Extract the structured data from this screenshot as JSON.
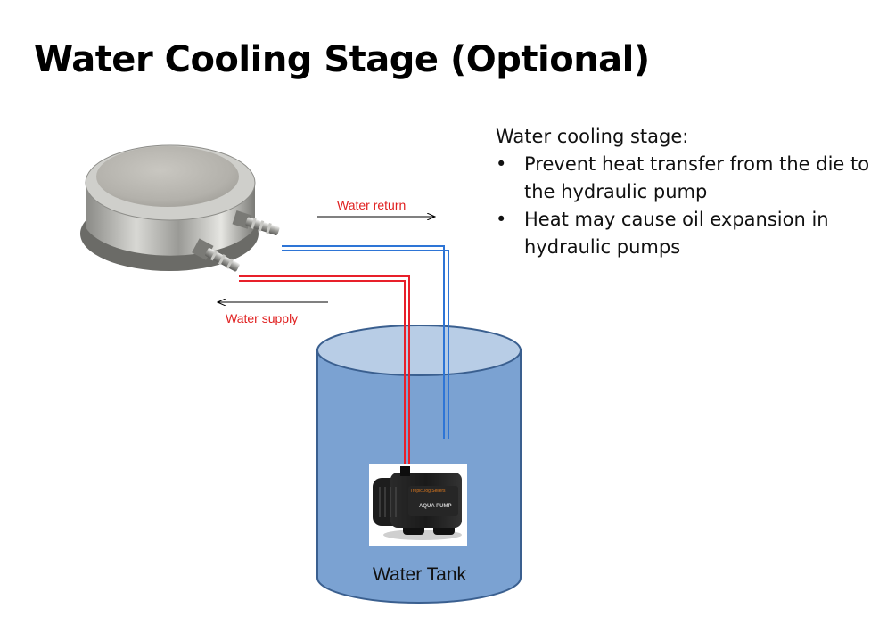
{
  "title": "Water Cooling Stage (Optional)",
  "notes": {
    "heading": "Water cooling stage:",
    "bullet_symbol": "•",
    "bullets": [
      "Prevent heat transfer from the die to the hydraulic pump",
      "Heat may cause oil expansion in hydraulic pumps"
    ]
  },
  "diagram": {
    "labels": {
      "water_return": "Water return",
      "water_supply": "Water supply",
      "tank": "Water Tank"
    },
    "pump_labels": {
      "brand": "TropicDog Sellers",
      "model": "AQUA PUMP"
    },
    "colors": {
      "return_line": "#2e75d6",
      "supply_line": "#e8202a",
      "label_text": "#e02020",
      "tank_fill": "#7ba2d2",
      "tank_top": "#b8cde6",
      "tank_stroke": "#3a5f8f"
    },
    "icons": {
      "cooling_stage": "cooling-stage-photo",
      "pump": "pump-photo"
    }
  }
}
